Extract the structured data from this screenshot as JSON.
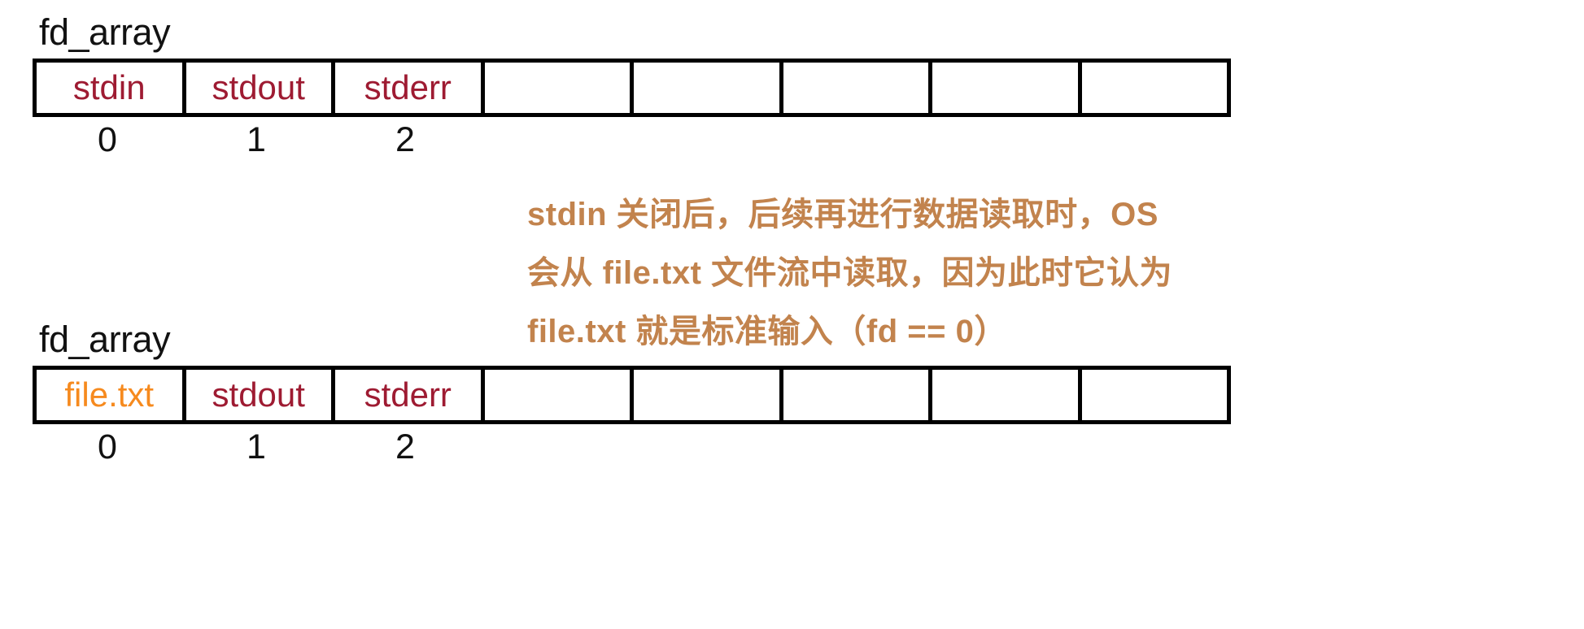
{
  "diagram": {
    "title_label": "fd_array",
    "tables": [
      {
        "name": "fd-array-before",
        "title": "fd_array",
        "cells": [
          {
            "label": "stdin",
            "color": "#9e1b32",
            "kind": "stream"
          },
          {
            "label": "stdout",
            "color": "#9e1b32",
            "kind": "stream"
          },
          {
            "label": "stderr",
            "color": "#9e1b32",
            "kind": "stream"
          },
          {
            "label": "",
            "color": "",
            "kind": "empty"
          },
          {
            "label": "",
            "color": "",
            "kind": "empty"
          },
          {
            "label": "",
            "color": "",
            "kind": "empty"
          },
          {
            "label": "",
            "color": "",
            "kind": "empty"
          },
          {
            "label": "",
            "color": "",
            "kind": "empty"
          }
        ],
        "indices": [
          "0",
          "1",
          "2"
        ]
      },
      {
        "name": "fd-array-after",
        "title": "fd_array",
        "cells": [
          {
            "label": "file.txt",
            "color": "#f68a1e",
            "kind": "file"
          },
          {
            "label": "stdout",
            "color": "#9e1b32",
            "kind": "stream"
          },
          {
            "label": "stderr",
            "color": "#9e1b32",
            "kind": "stream"
          },
          {
            "label": "",
            "color": "",
            "kind": "empty"
          },
          {
            "label": "",
            "color": "",
            "kind": "empty"
          },
          {
            "label": "",
            "color": "",
            "kind": "empty"
          },
          {
            "label": "",
            "color": "",
            "kind": "empty"
          },
          {
            "label": "",
            "color": "",
            "kind": "empty"
          }
        ],
        "indices": [
          "0",
          "1",
          "2"
        ]
      }
    ],
    "note": {
      "color": "#c2834d",
      "lines": [
        "stdin 关闭后，后续再进行数据读取时，OS",
        "会从 file.txt 文件流中读取，因为此时它认为",
        "file.txt 就是标准输入（fd == 0）"
      ]
    },
    "colors": {
      "border": "#000000",
      "background": "#ffffff",
      "stream_text": "#9e1b32",
      "file_text": "#f68a1e",
      "note_text": "#c2834d",
      "index_text": "#111111",
      "title_text": "#121212"
    }
  }
}
